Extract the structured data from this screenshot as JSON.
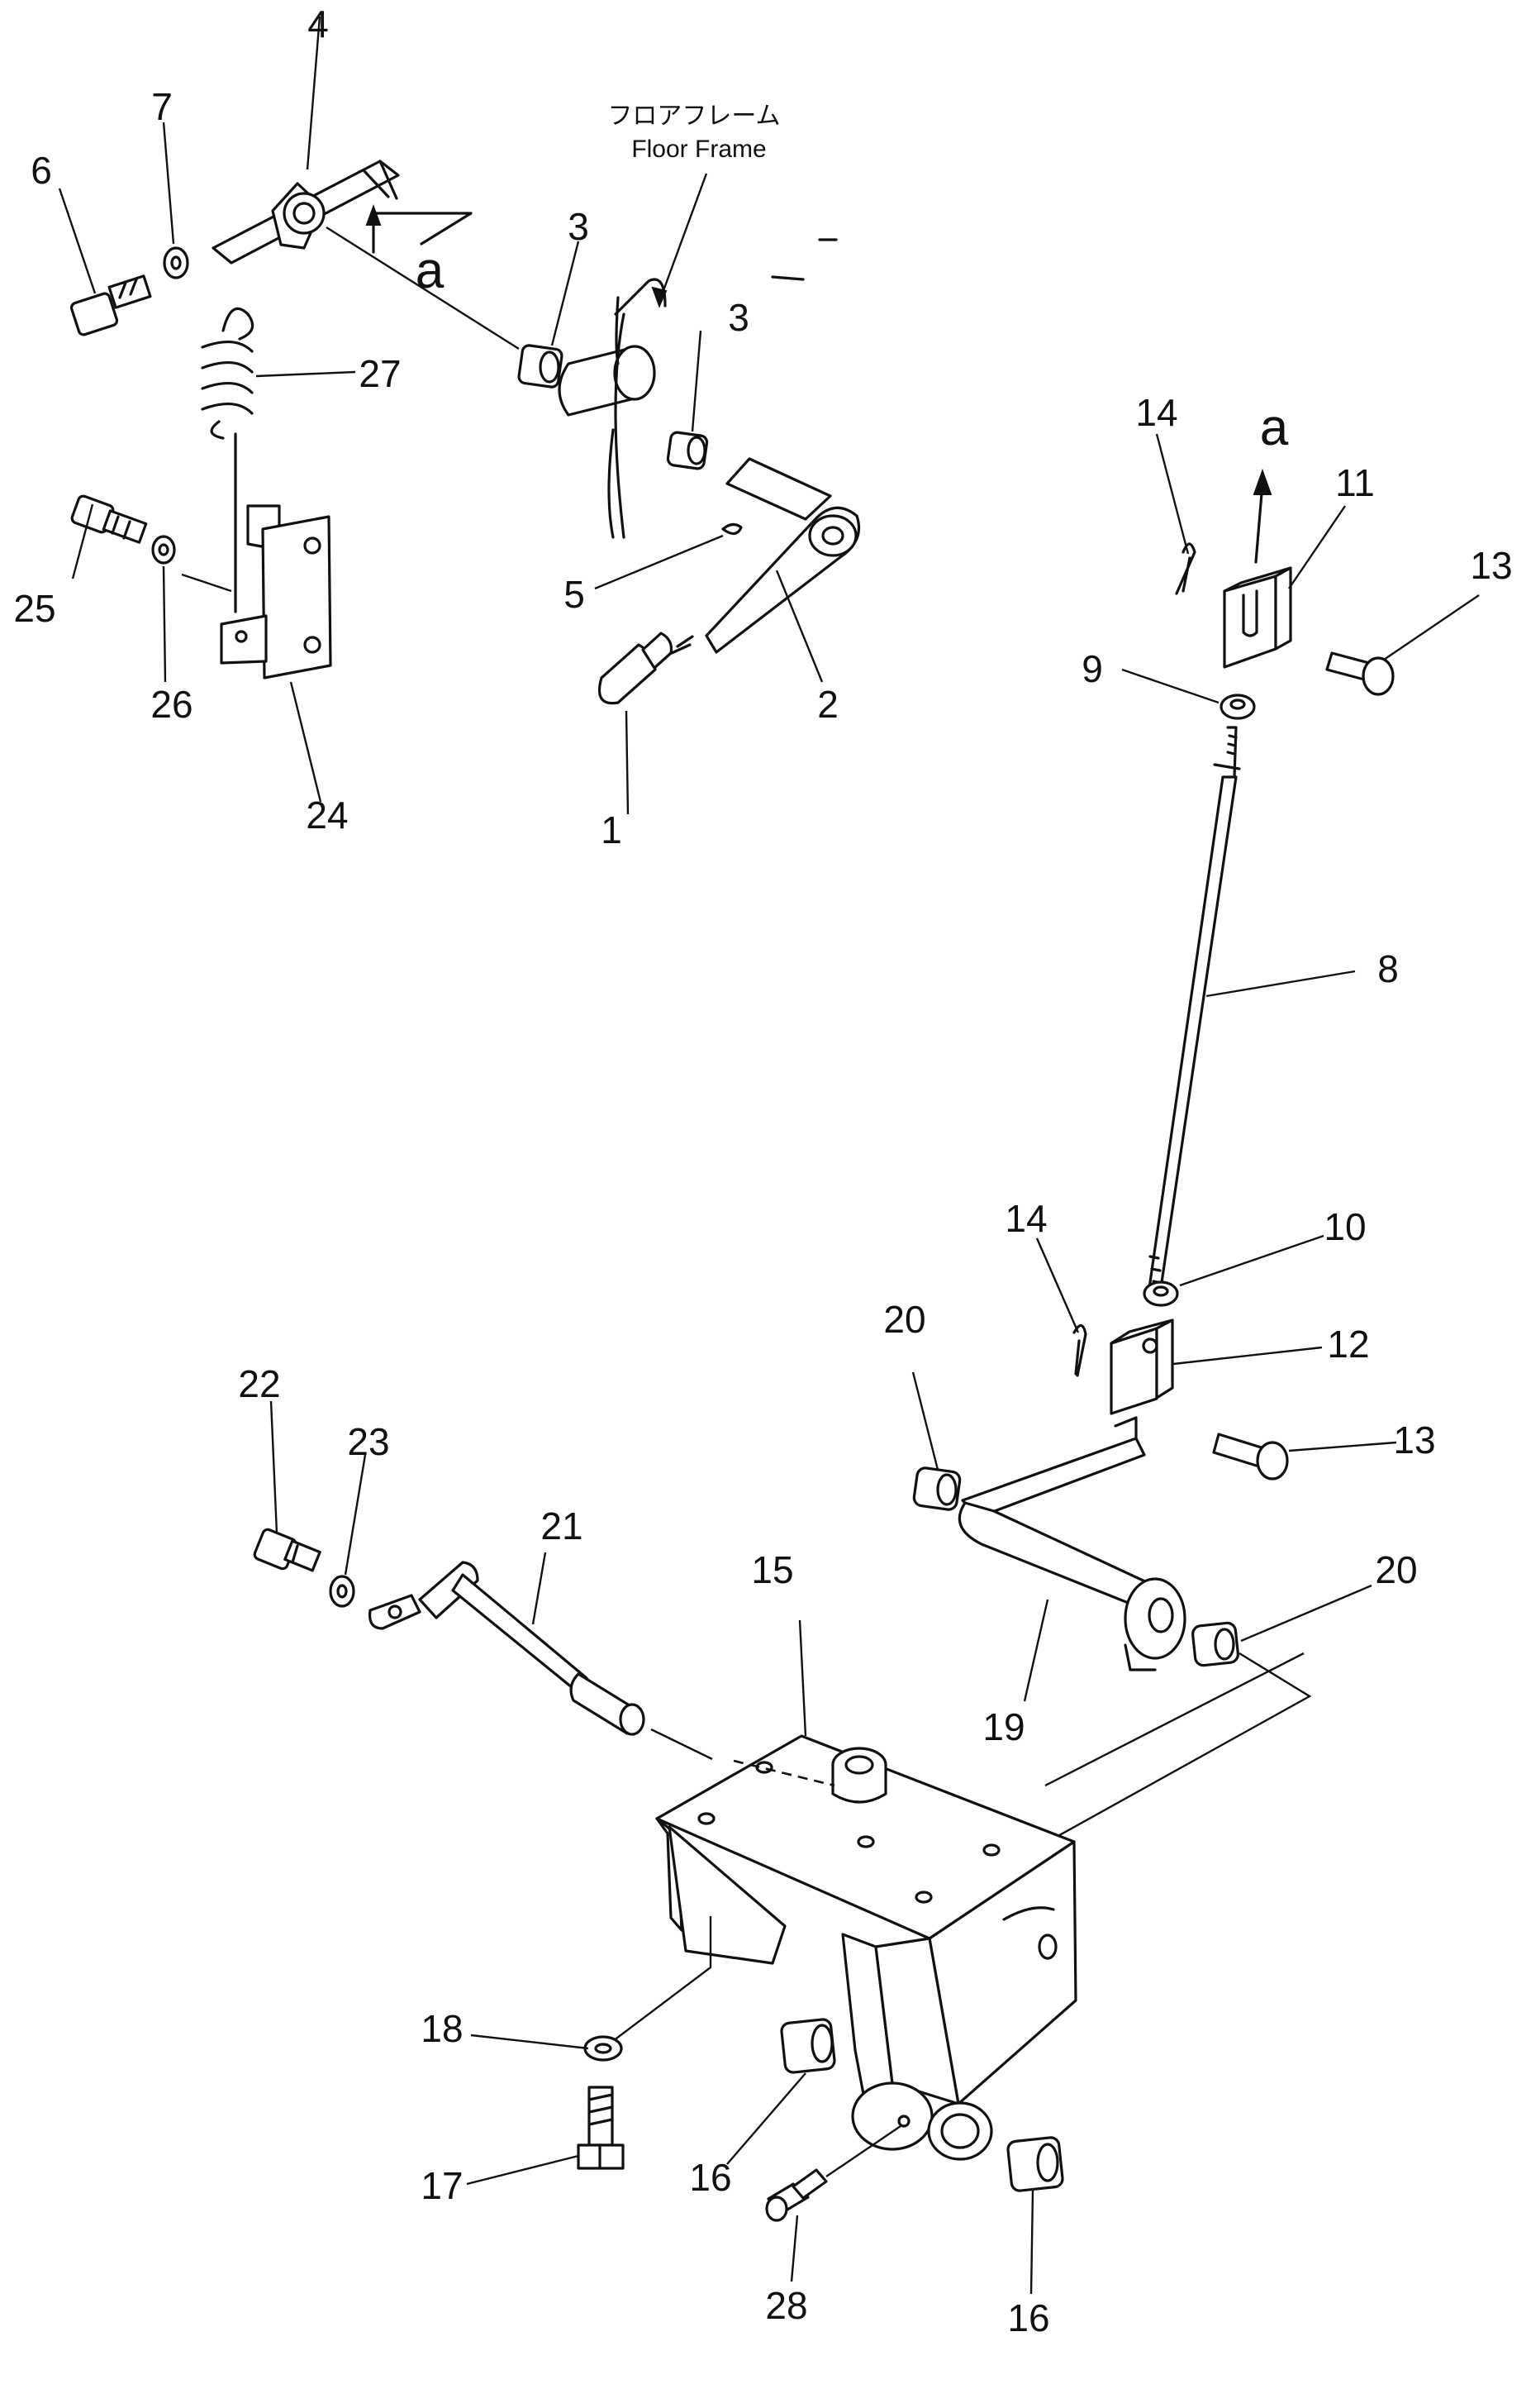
{
  "diagram": {
    "callouts": [
      "1",
      "2",
      "3",
      "3",
      "4",
      "5",
      "6",
      "7",
      "8",
      "9",
      "10",
      "11",
      "12",
      "13",
      "13",
      "14",
      "14",
      "15",
      "16",
      "16",
      "17",
      "18",
      "19",
      "20",
      "20",
      "21",
      "22",
      "23",
      "24",
      "25",
      "26",
      "27",
      "28"
    ],
    "annotation": {
      "japanese": "フロアフレーム",
      "english": "Floor Frame"
    },
    "reference_mark": "a"
  }
}
